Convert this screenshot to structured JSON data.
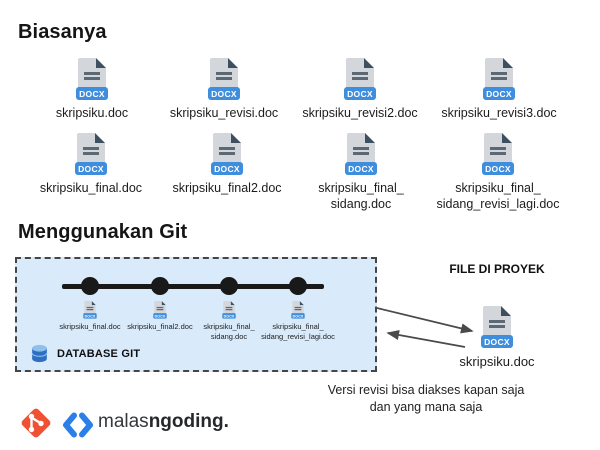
{
  "usual": {
    "title": "Biasanya",
    "files": [
      {
        "line1": "skripsiku.doc",
        "line2": ""
      },
      {
        "line1": "skripsiku_revisi.doc",
        "line2": ""
      },
      {
        "line1": "skripsiku_revisi2.doc",
        "line2": ""
      },
      {
        "line1": "skripsiku_revisi3.doc",
        "line2": ""
      },
      {
        "line1": "skripsiku_final.doc",
        "line2": ""
      },
      {
        "line1": "skripsiku_final2.doc",
        "line2": ""
      },
      {
        "line1": "skripsiku_final_",
        "line2": "sidang.doc"
      },
      {
        "line1": "skripsiku_final_",
        "line2": "sidang_revisi_lagi.doc"
      }
    ]
  },
  "git": {
    "title": "Menggunakan Git",
    "database_label": "DATABASE GIT",
    "commits": [
      {
        "line1": "skripsiku_final.doc",
        "line2": ""
      },
      {
        "line1": "skripsiku_final2.doc",
        "line2": ""
      },
      {
        "line1": "skripsiku_final_",
        "line2": "sidang.doc"
      },
      {
        "line1": "skripsiku_final_",
        "line2": "sidang_revisi_lagi.doc"
      }
    ]
  },
  "project": {
    "heading": "FILE DI PROYEK",
    "file_label": "skripsiku.doc",
    "caption_line1": "Versi revisi bisa diakses kapan saja",
    "caption_line2": "dan yang mana saja"
  },
  "brand": {
    "regular": "malas",
    "bold": "ngoding."
  },
  "docx_badge": "DOCX",
  "colors": {
    "badge_blue": "#3f8ede",
    "box_bg": "#d9eafa",
    "git_red": "#f05133",
    "brand_blue": "#2a80e8",
    "timeline_black": "#191919"
  }
}
